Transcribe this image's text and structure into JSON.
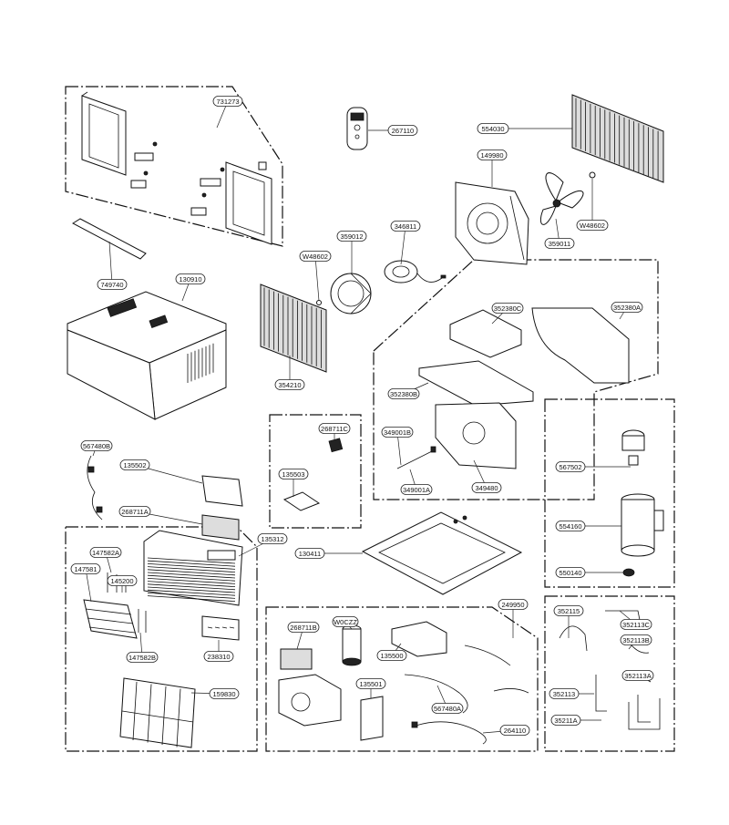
{
  "labels": [
    {
      "id": "731273",
      "text": "731273"
    },
    {
      "id": "267110",
      "text": "267110"
    },
    {
      "id": "554030",
      "text": "554030"
    },
    {
      "id": "149980",
      "text": "149980"
    },
    {
      "id": "w48602-right",
      "text": "W48602"
    },
    {
      "id": "359011",
      "text": "359011"
    },
    {
      "id": "346811",
      "text": "346811"
    },
    {
      "id": "359012",
      "text": "359012"
    },
    {
      "id": "w48602-left",
      "text": "W48602"
    },
    {
      "id": "749740",
      "text": "749740"
    },
    {
      "id": "130910",
      "text": "130910"
    },
    {
      "id": "352380c",
      "text": "352380C"
    },
    {
      "id": "352380a",
      "text": "352380A"
    },
    {
      "id": "352380b",
      "text": "352380B"
    },
    {
      "id": "354210",
      "text": "354210"
    },
    {
      "id": "349001b",
      "text": "349001B"
    },
    {
      "id": "349001a",
      "text": "349001A"
    },
    {
      "id": "349480",
      "text": "349480"
    },
    {
      "id": "268711c",
      "text": "268711C"
    },
    {
      "id": "135503",
      "text": "135503"
    },
    {
      "id": "567480b",
      "text": "567480B"
    },
    {
      "id": "135502",
      "text": "135502"
    },
    {
      "id": "268711a",
      "text": "268711A"
    },
    {
      "id": "135312",
      "text": "135312"
    },
    {
      "id": "130411",
      "text": "130411"
    },
    {
      "id": "567502",
      "text": "567502"
    },
    {
      "id": "554160",
      "text": "554160"
    },
    {
      "id": "550140",
      "text": "550140"
    },
    {
      "id": "147582a",
      "text": "147582A"
    },
    {
      "id": "147581",
      "text": "147581"
    },
    {
      "id": "145200",
      "text": "145200"
    },
    {
      "id": "147582b",
      "text": "147582B"
    },
    {
      "id": "238310",
      "text": "238310"
    },
    {
      "id": "159830",
      "text": "159830"
    },
    {
      "id": "249950",
      "text": "249950"
    },
    {
      "id": "268711b",
      "text": "268711B"
    },
    {
      "id": "w0czz",
      "text": "W0CZZ"
    },
    {
      "id": "135500",
      "text": "135500"
    },
    {
      "id": "135501",
      "text": "135501"
    },
    {
      "id": "567480a",
      "text": "567480A"
    },
    {
      "id": "264110",
      "text": "264110"
    },
    {
      "id": "352115",
      "text": "352115"
    },
    {
      "id": "352113c",
      "text": "352113C"
    },
    {
      "id": "352113b",
      "text": "352113B"
    },
    {
      "id": "352113a",
      "text": "352113A"
    },
    {
      "id": "352113",
      "text": "352113"
    },
    {
      "id": "35211a",
      "text": "35211A"
    }
  ]
}
